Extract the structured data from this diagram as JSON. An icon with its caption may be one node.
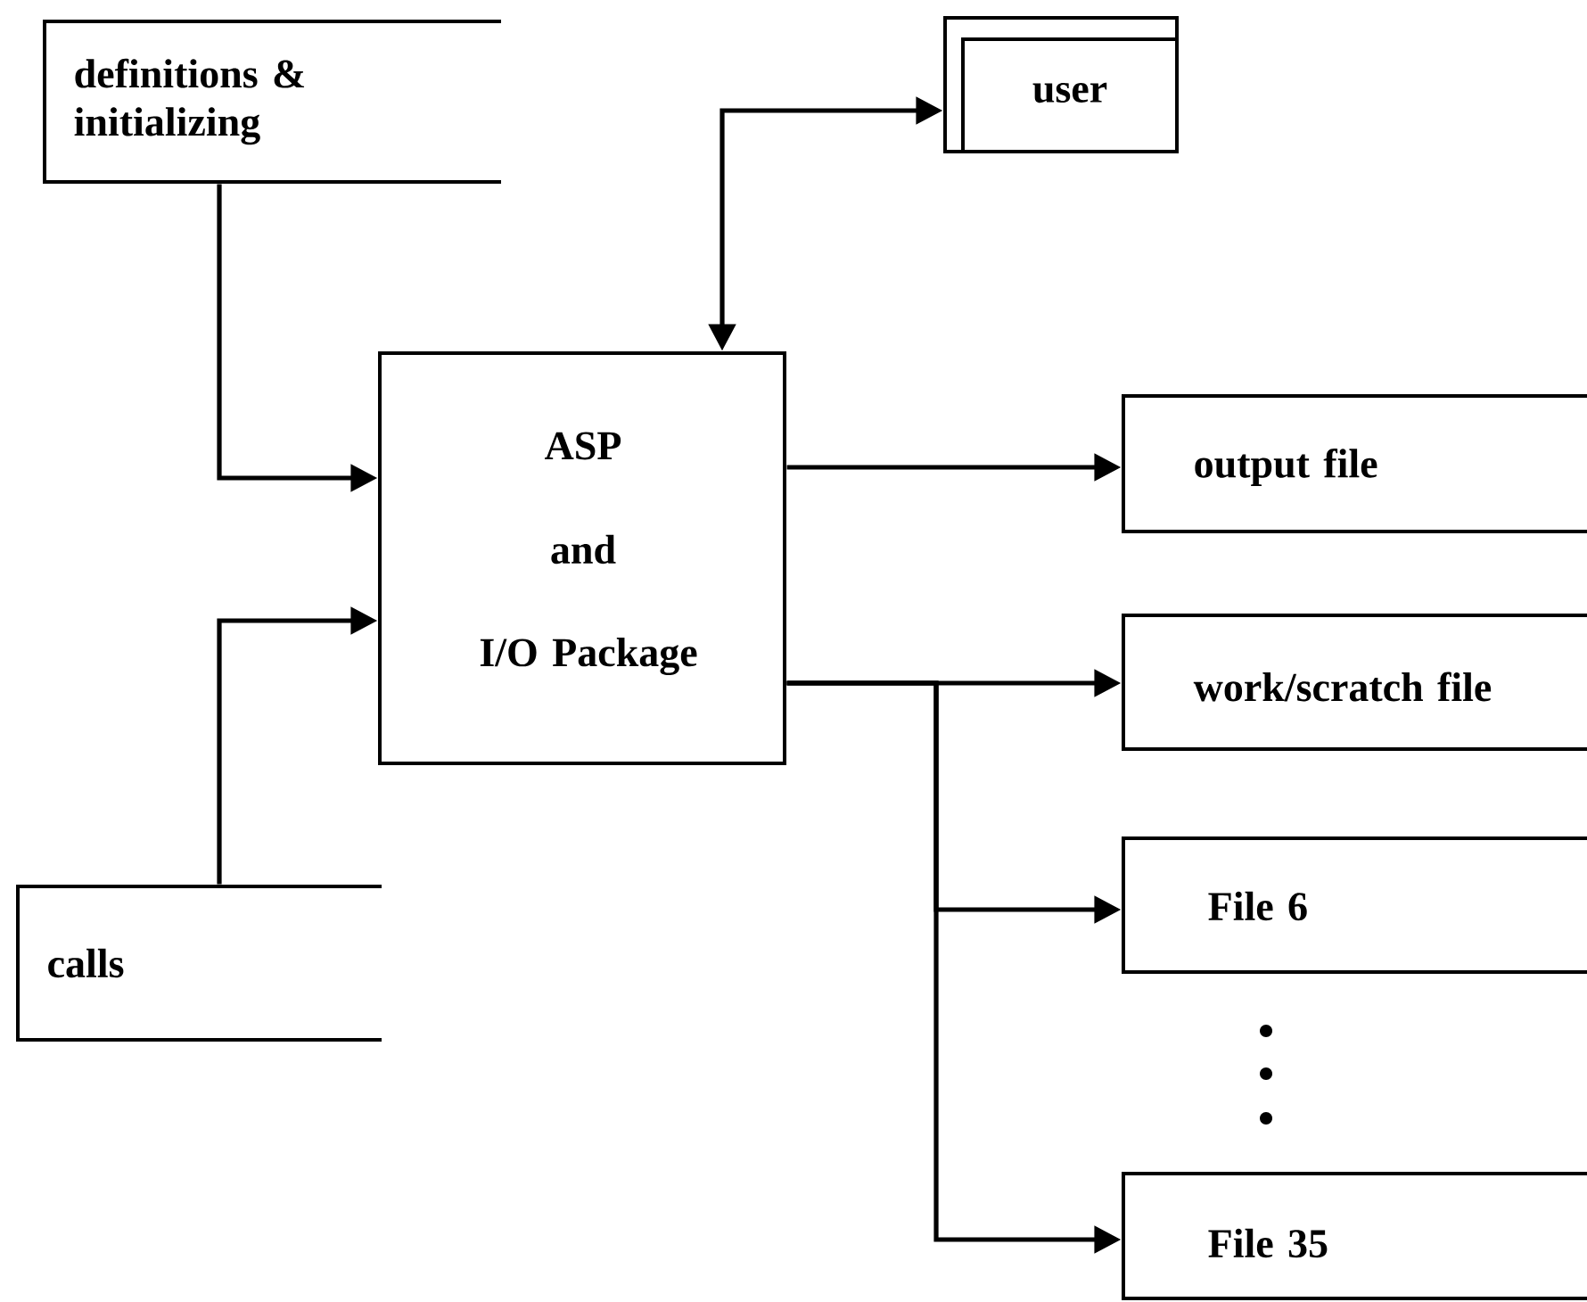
{
  "diagram": {
    "nodes": [
      {
        "text": [
          "definitions & initializing"
        ]
      },
      {
        "text": [
          "user"
        ]
      },
      {
        "text": [
          "ASP",
          "and",
          "I/O Package"
        ]
      },
      {
        "text": [
          "output file"
        ]
      },
      {
        "text": [
          "work/scratch file"
        ]
      },
      {
        "text": [
          "calls"
        ]
      },
      {
        "text": [
          "File 6"
        ]
      },
      {
        "text": [
          "File 35"
        ]
      }
    ],
    "edges": [
      {
        "from": 0,
        "to": 2,
        "arrow": "to"
      },
      {
        "from": 5,
        "to": 2,
        "arrow": "to"
      },
      {
        "from": 1,
        "to": 2,
        "arrow": "both"
      },
      {
        "from": 2,
        "to": 3,
        "arrow": "to"
      },
      {
        "from": 2,
        "to": 4,
        "arrow": "to"
      },
      {
        "from": 2,
        "to": 6,
        "arrow": "to"
      },
      {
        "from": 2,
        "to": 7,
        "arrow": "to"
      }
    ]
  }
}
